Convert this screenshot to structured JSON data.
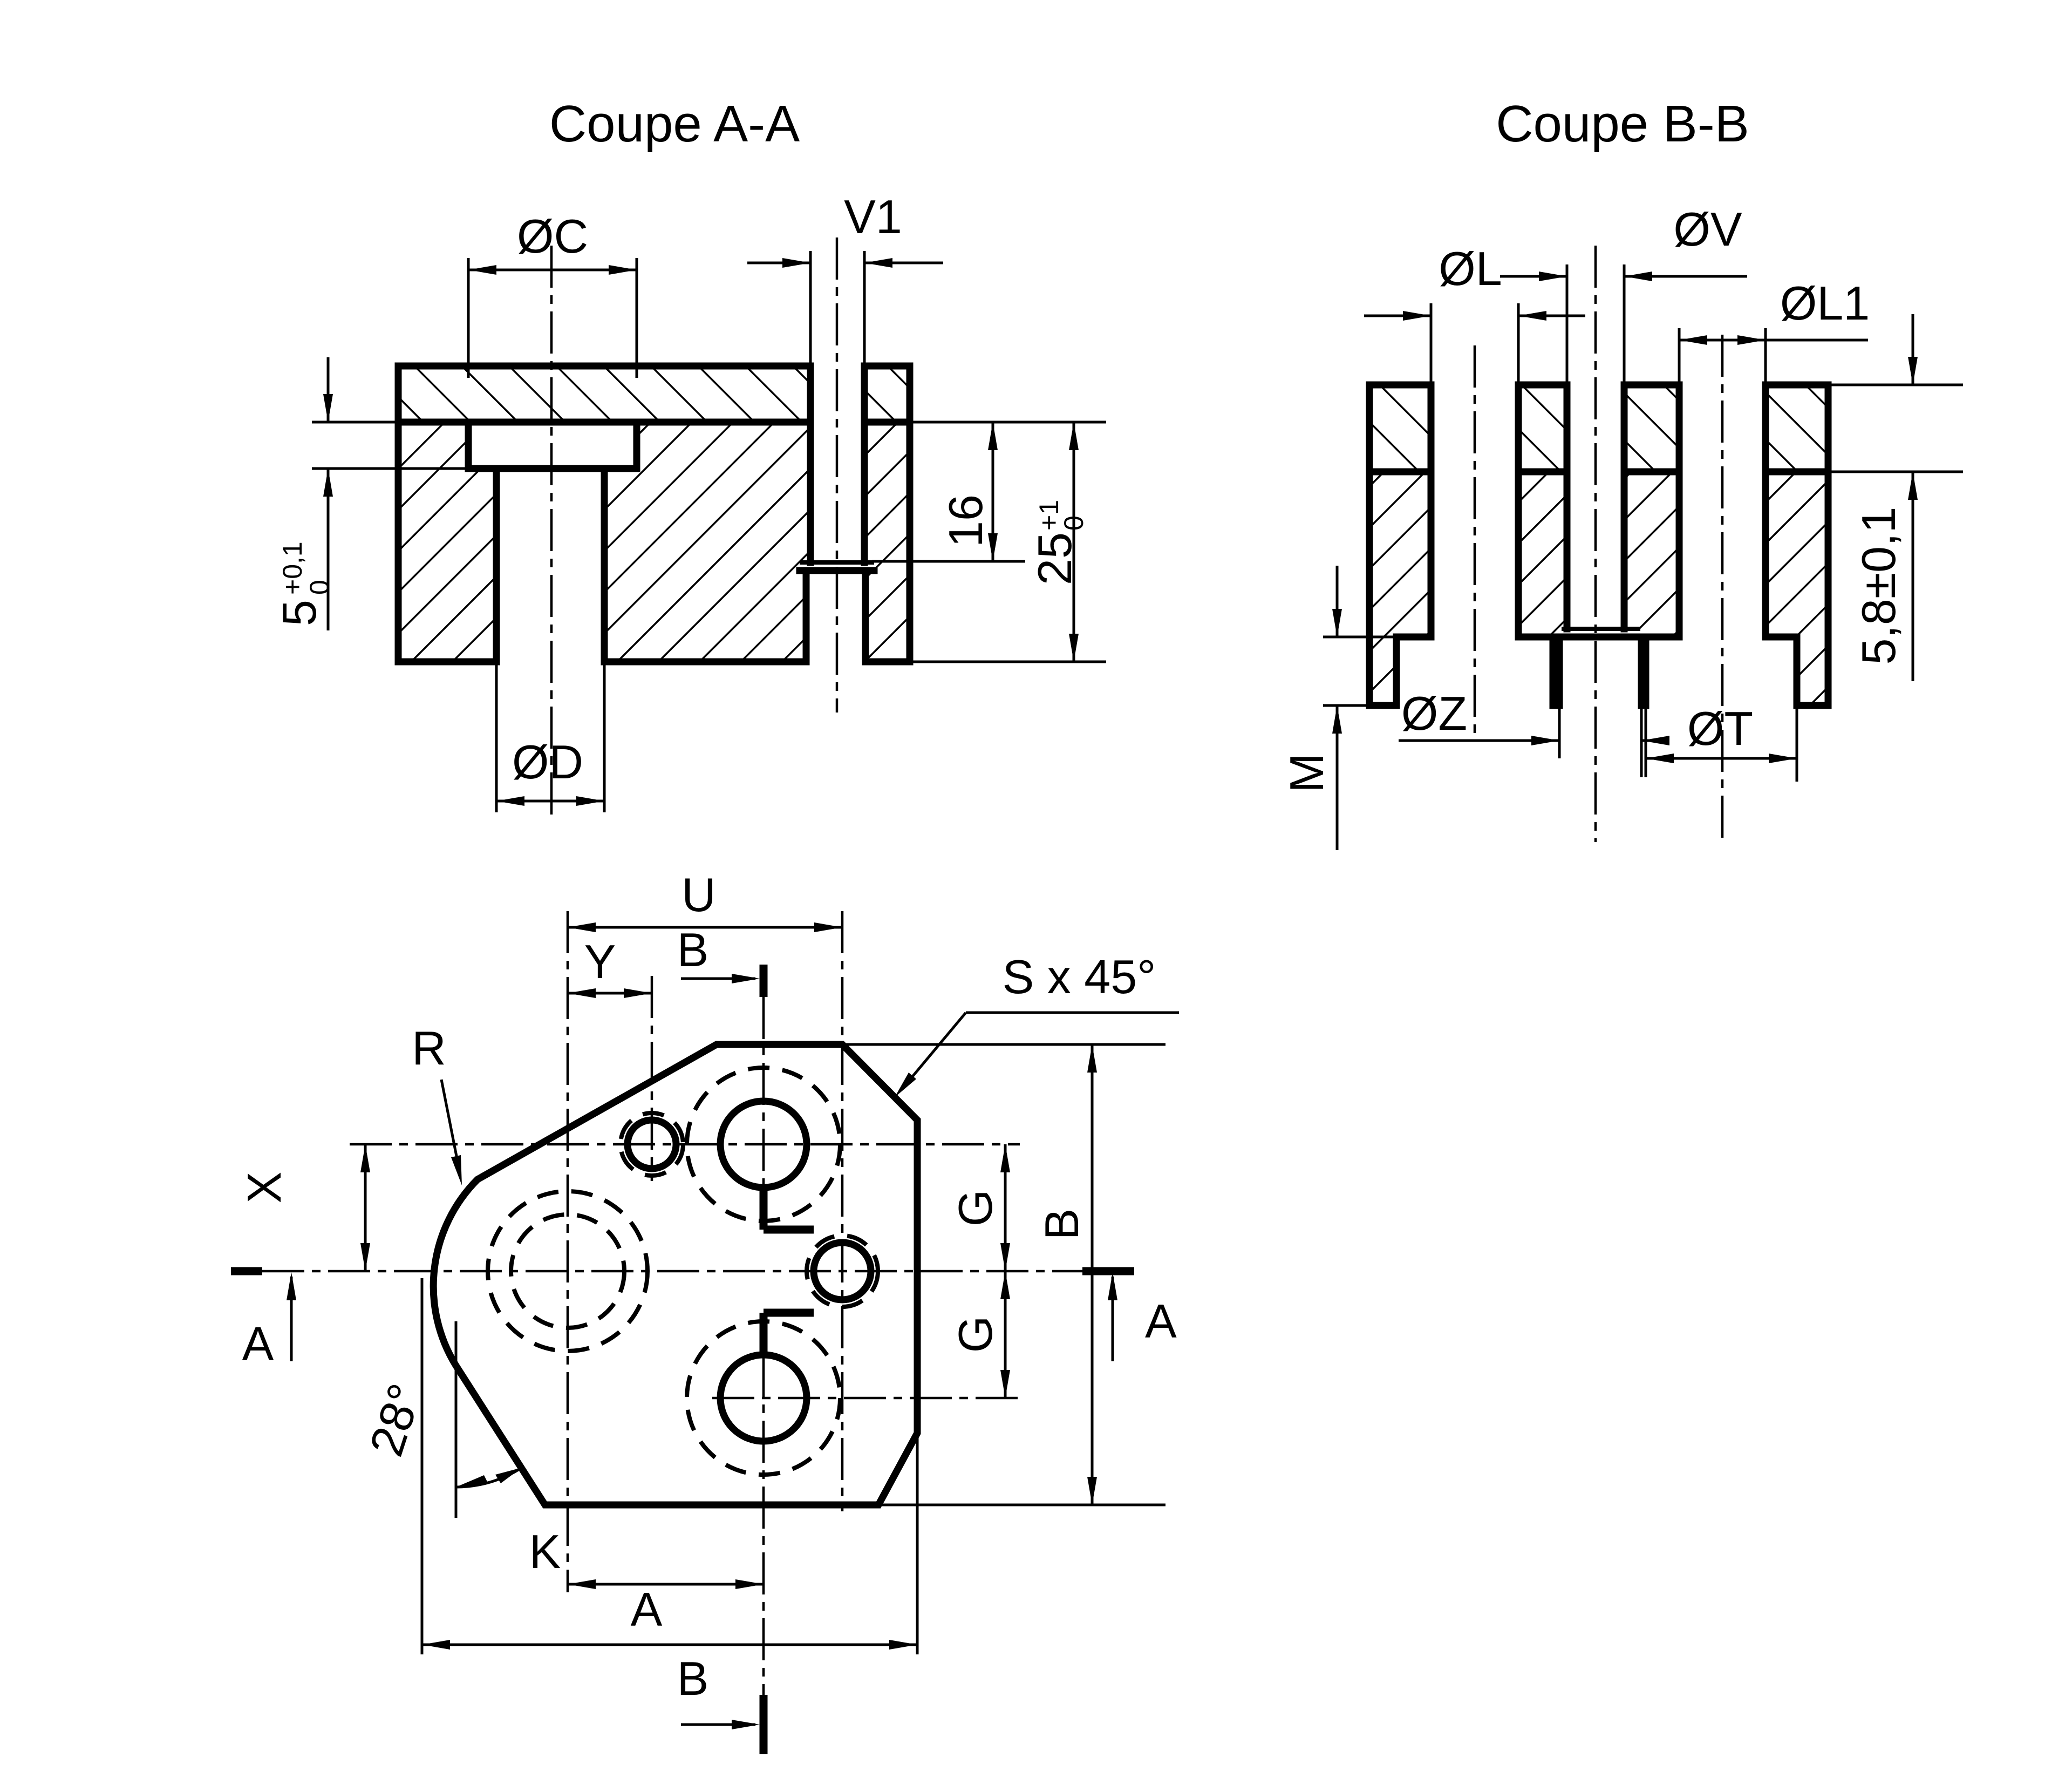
{
  "titles": {
    "coupe_aa": "Coupe A-A",
    "coupe_bb": "Coupe B-B"
  },
  "section_aa": {
    "dia_c": "ØC",
    "v1": "V1",
    "depth_16": "16",
    "height_25": {
      "main": "25",
      "tol_up": "+1",
      "tol_dn": "0"
    },
    "counterbore_5": {
      "main": "5",
      "tol_up": "+0,1",
      "tol_dn": "0"
    },
    "dia_d": "ØD"
  },
  "section_bb": {
    "dia_v": "ØV",
    "dia_l": "ØL",
    "dia_l1": "ØL1",
    "m": "M",
    "plate_thickness": "5,8±0,1",
    "dia_z": "ØZ",
    "dia_t": "ØT"
  },
  "plan": {
    "u": "U",
    "b_cut_top": "B",
    "b_cut_bottom": "B",
    "y": "Y",
    "r": "R",
    "chamfer_note": "S x 45°",
    "x": "X",
    "g_upper": "G",
    "g_lower": "G",
    "b_height": "B",
    "angle_28": "28°",
    "k": "K",
    "a_width": "A",
    "a_cut_left": "A",
    "a_cut_right": "A"
  }
}
